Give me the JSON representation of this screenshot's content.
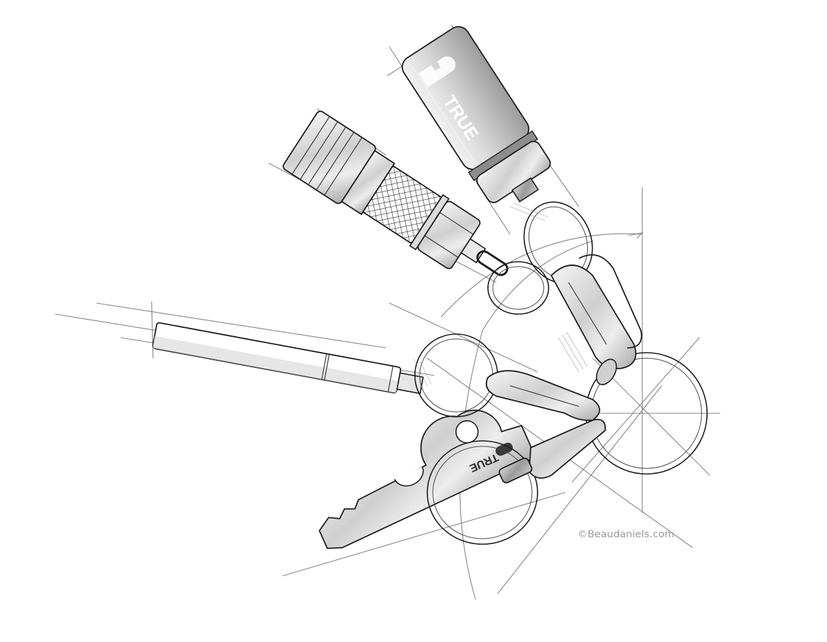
{
  "illustration": {
    "subject": "keychain sketch",
    "items": [
      {
        "name": "capsule-container",
        "brand_text": "TRUE"
      },
      {
        "name": "mini-flashlight"
      },
      {
        "name": "tool-pin"
      },
      {
        "name": "bottle-opener-key-tool",
        "brand_text": "TRUE"
      },
      {
        "name": "split-key-ring"
      },
      {
        "name": "carabiner-clips"
      }
    ]
  },
  "watermark": {
    "text": "©Beaudaniels.com",
    "color": "#9a9a9a"
  },
  "colors": {
    "background": "#ffffff",
    "ink": "#1a1a1a",
    "construction_lines": "#6e6e6e"
  }
}
